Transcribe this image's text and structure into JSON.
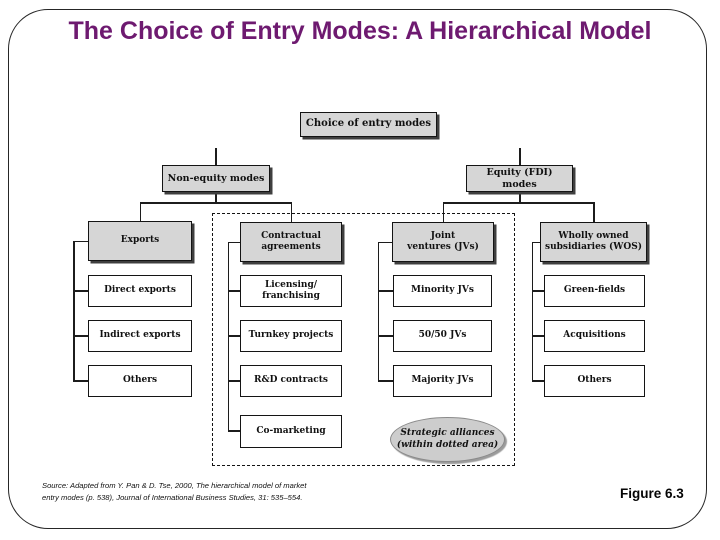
{
  "slide": {
    "title": "The Choice of Entry Modes: A Hierarchical Model",
    "figure_label": "Figure 6.3",
    "source": {
      "line1": "Source: Adapted from  Y. Pan & D. Tse, 2000, The hierarchical model of market",
      "line2": "entry modes (p. 538), Journal of International Business Studies, 31: 535–554."
    }
  },
  "diagram": {
    "root": {
      "label": "Choice of entry modes"
    },
    "branches": {
      "left": "Non-equity modes",
      "right": "Equity (FDI) modes"
    },
    "columns": [
      {
        "parent": "Exports",
        "children": [
          "Direct exports",
          "Indirect exports",
          "Others"
        ]
      },
      {
        "parent": "Contractual\nagreements",
        "children": [
          "Licensing/\nfranchising",
          "Turnkey projects",
          "R&D contracts",
          "Co-marketing"
        ]
      },
      {
        "parent": "Joint\nventures (JVs)",
        "children": [
          "Minority JVs",
          "50/50 JVs",
          "Majority JVs"
        ]
      },
      {
        "parent": "Wholly owned\nsubsidiaries (WOS)",
        "children": [
          "Green-fields",
          "Acquisitions",
          "Others"
        ]
      }
    ],
    "annotation": "Strategic alliances\n(within dotted area)",
    "colors": {
      "box_fill": "#d6d6d6",
      "box_shadow": "#3f3f3f",
      "title": "#6e1a70"
    }
  }
}
